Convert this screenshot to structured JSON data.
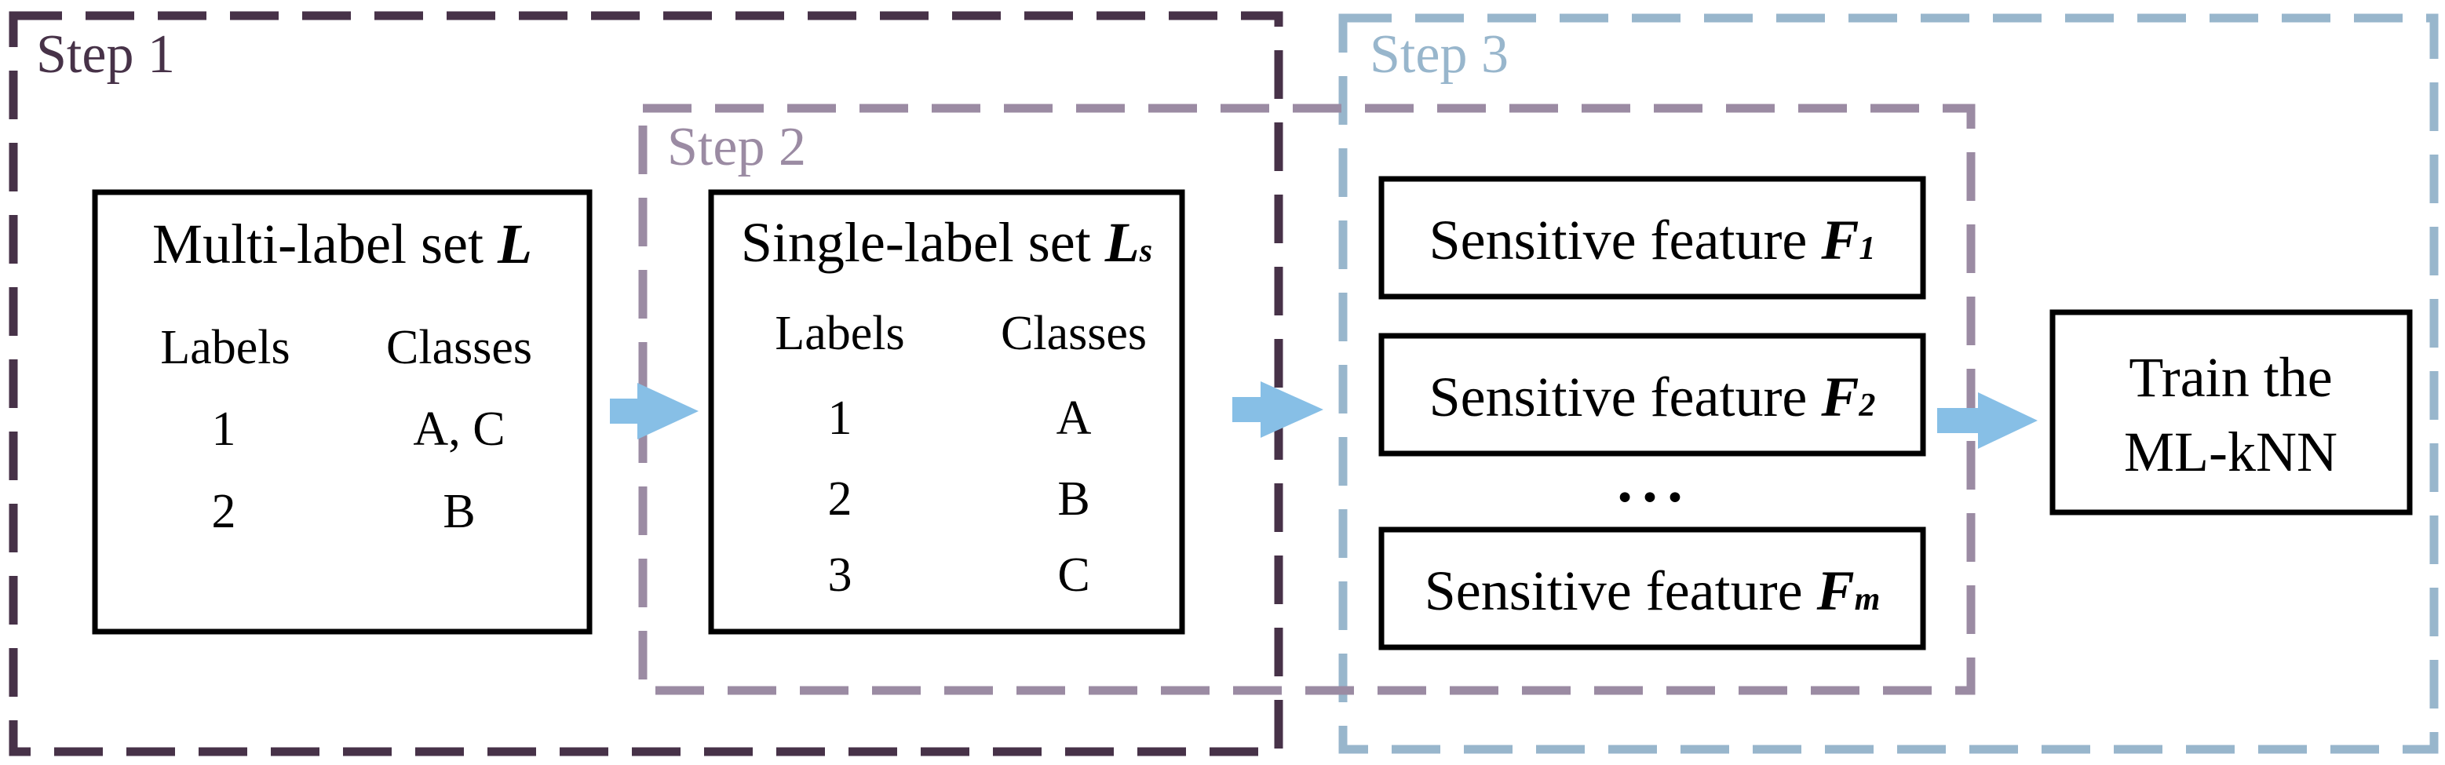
{
  "colors": {
    "step1": "#473248",
    "step2": "#9b8ba3",
    "step3": "#98b6cc",
    "arrow": "#87bfe6",
    "box_border": "#000000"
  },
  "steps": [
    {
      "label": "Step 1"
    },
    {
      "label": "Step 2"
    },
    {
      "label": "Step 3"
    }
  ],
  "multi_label_box": {
    "title_text": "Multi-label set ",
    "title_var": "L",
    "headers": [
      "Labels",
      "Classes"
    ],
    "rows": [
      {
        "label": "1",
        "classes": "A, C"
      },
      {
        "label": "2",
        "classes": "B"
      }
    ]
  },
  "single_label_box": {
    "title_text": "Single-label set ",
    "title_var": "L",
    "title_sub": "s",
    "headers": [
      "Labels",
      "Classes"
    ],
    "rows": [
      {
        "label": "1",
        "classes": "A"
      },
      {
        "label": "2",
        "classes": "B"
      },
      {
        "label": "3",
        "classes": "C"
      }
    ]
  },
  "features": [
    {
      "text": "Sensitive feature ",
      "var": "F",
      "sub": "1"
    },
    {
      "text": "Sensitive feature ",
      "var": "F",
      "sub": "2"
    },
    {
      "text": "Sensitive feature ",
      "var": "F",
      "sub": "m"
    }
  ],
  "ellipsis": "•••",
  "train_box": {
    "line1": "Train the",
    "line2": "ML-kNN"
  },
  "arrow_icon": "right-arrow-icon"
}
